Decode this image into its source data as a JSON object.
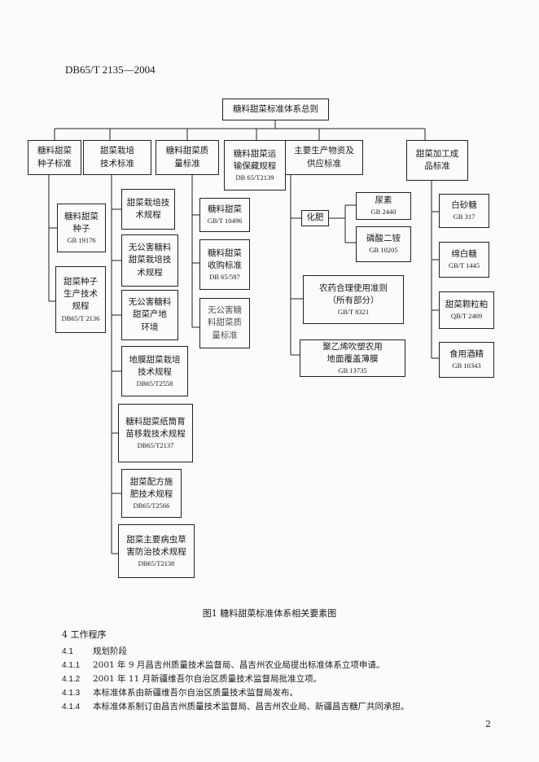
{
  "header": {
    "doc_code": "DB65/T 2135—2004"
  },
  "diagram": {
    "root": "糖料甜菜标准体系总则",
    "categories": [
      {
        "id": "seed",
        "lines": [
          "糖料甜菜",
          "种子标准"
        ],
        "code": ""
      },
      {
        "id": "cultivation",
        "lines": [
          "甜菜栽培",
          "技术标准"
        ],
        "code": ""
      },
      {
        "id": "quality",
        "lines": [
          "糖料甜菜质",
          "量标准"
        ],
        "code": ""
      },
      {
        "id": "transport",
        "lines": [
          "糖料甜菜运",
          "输保藏规程"
        ],
        "code": "DB 65/T2139"
      },
      {
        "id": "supply",
        "lines": [
          "主要生产物资及",
          "供应标准"
        ],
        "code": ""
      },
      {
        "id": "product",
        "lines": [
          "甜菜加工成",
          "品标准"
        ],
        "code": ""
      }
    ],
    "seed_items": [
      {
        "lines": [
          "糖料甜菜",
          "种子"
        ],
        "code": "GB 19176"
      },
      {
        "lines": [
          "甜菜种子",
          "生产技术",
          "规程"
        ],
        "code": "DB65/T 2136"
      }
    ],
    "cultivation_items": [
      {
        "lines": [
          "甜菜栽培技",
          "术规程"
        ],
        "code": ""
      },
      {
        "lines": [
          "无公害糖料",
          "甜菜栽培技",
          "术规程"
        ],
        "code": ""
      },
      {
        "lines": [
          "无公害糖料",
          "甜菜产地",
          "环境"
        ],
        "code": ""
      },
      {
        "lines": [
          "地膜甜菜栽培",
          "技术规程"
        ],
        "code": "DB65/T2558"
      },
      {
        "lines": [
          "糖料甜菜纸筒育",
          "苗移栽技术规程"
        ],
        "code": "DB65/T2137"
      },
      {
        "lines": [
          "甜菜配方施",
          "肥技术规程"
        ],
        "code": "DB65/T2566"
      },
      {
        "lines": [
          "甜菜主要病虫草",
          "害防治技术规程"
        ],
        "code": "DB65/T2138"
      }
    ],
    "quality_items": [
      {
        "lines": [
          "糖料甜菜"
        ],
        "code": "GB/T 10496"
      },
      {
        "lines": [
          "糖料甜菜",
          "收购标准"
        ],
        "code": "DB 65/597"
      },
      {
        "lines": [
          "无公害糖",
          "料甜菜质",
          "量标准"
        ],
        "code": ""
      }
    ],
    "supply": {
      "fertilizer_label": "化肥",
      "fertilizers": [
        {
          "lines": [
            "尿素"
          ],
          "code": "GB 2440"
        },
        {
          "lines": [
            "磷酸二铵"
          ],
          "code": "GB 10205"
        }
      ],
      "items": [
        {
          "lines": [
            "农药合理使用准则",
            "（所有部分）"
          ],
          "code": "GB/T 8321"
        },
        {
          "lines": [
            "聚乙烯吹塑农用",
            "地面覆盖薄膜"
          ],
          "code": "GB 13735"
        }
      ]
    },
    "product_items": [
      {
        "lines": [
          "白砂糖"
        ],
        "code": "GB 317"
      },
      {
        "lines": [
          "绵白糖"
        ],
        "code": "GB/T 1445"
      },
      {
        "lines": [
          "甜菜颗粒粕"
        ],
        "code": "QB/T 2469"
      },
      {
        "lines": [
          "食用酒精"
        ],
        "code": "GB 10343"
      }
    ],
    "caption": "图1   糖料甜菜标准体系相关要素图"
  },
  "section": {
    "title": "4   工作程序",
    "items": [
      {
        "num": "4.1",
        "text": "规划阶段"
      },
      {
        "num": "4.1.1",
        "text": "2001 年 9 月昌吉州质量技术监督局、昌吉州农业局提出标准体系立项申请。"
      },
      {
        "num": "4.1.2",
        "text": "2001 年 11 月新疆维吾尔自治区质量技术监督局批准立项。"
      },
      {
        "num": "4.1.3",
        "text": "本标准体系由新疆维吾尔自治区质量技术监督局发布。"
      },
      {
        "num": "4.1.4",
        "text": "本标准体系制订由昌吉州质量技术监督局、昌吉州农业局、新疆昌吉糖厂共同承担。"
      }
    ]
  },
  "page_number": "2"
}
